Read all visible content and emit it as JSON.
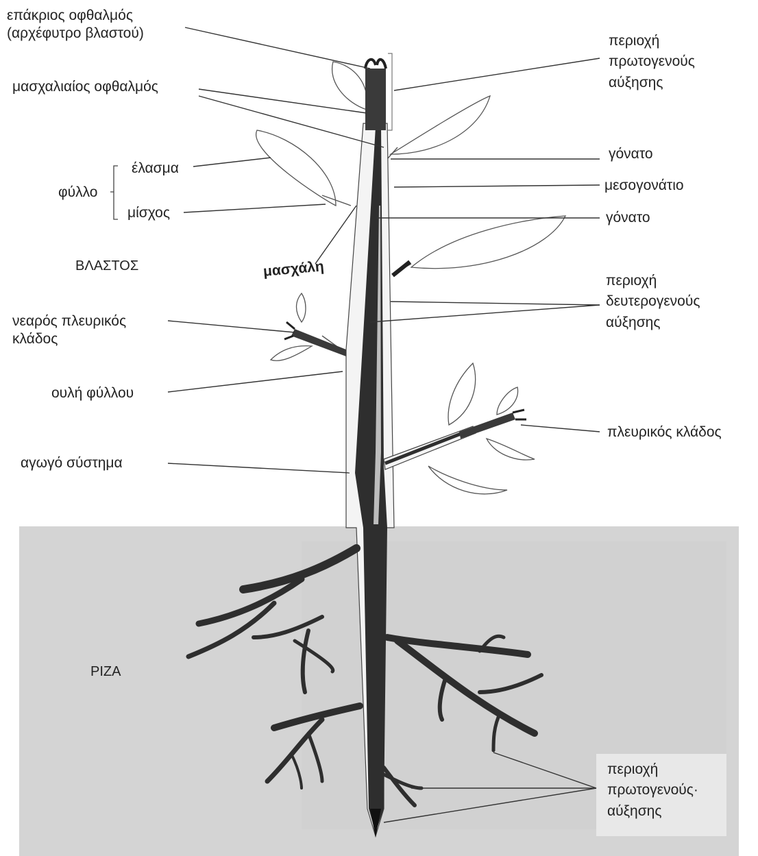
{
  "labels": {
    "apical_bud_1": "επάκριος οφθαλμός",
    "apical_bud_2": "(αρχέφυτρο βλαστού)",
    "axillary_bud": "μασχαλιαίος οφθαλμός",
    "blade": "έλασμα",
    "leaf": "φύλλο",
    "petiole": "μίσχος",
    "shoot": "ΒΛΑΣΤΟΣ",
    "axil": "μασχάλη",
    "young_branch_1": "νεαρός πλευρικός",
    "young_branch_2": "κλάδος",
    "leaf_scar": "ουλή φύλλου",
    "vascular": "αγωγό σύστημα",
    "root": "ΡΙΖΑ",
    "primary_top_1": "περιοχή",
    "primary_top_2": "πρωτογενούς",
    "primary_top_3": "αύξησης",
    "node_1": "γόνατο",
    "internode": "μεσογονάτιο",
    "node_2": "γόνατο",
    "secondary_1": "περιοχή",
    "secondary_2": "δευτερογενούς",
    "secondary_3": "αύξησης",
    "lateral_branch": "πλευρικός κλάδος",
    "primary_root_1": "περιοχή",
    "primary_root_2": "πρωτογενούς·",
    "primary_root_3": "αύξησης"
  },
  "colors": {
    "soil": "#d6d6d6",
    "stem_dark": "#2b2b2b",
    "leaf_outline": "#555555",
    "leader_line": "#333333"
  }
}
